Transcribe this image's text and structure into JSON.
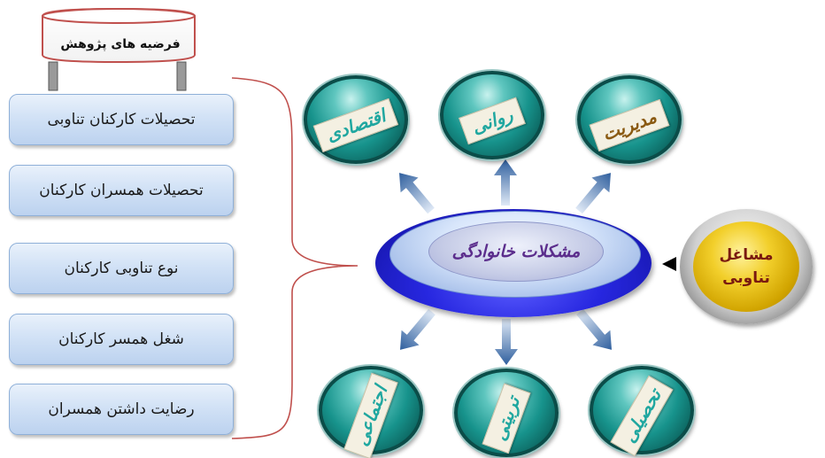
{
  "banner": {
    "title": "فرضیه های پژوهش"
  },
  "hypotheses": [
    "تحصیلات کارکنان تناوبی",
    "تحصیلات همسران کارکنان",
    "نوع تناوبی کارکنان",
    "شغل همسر کارکنان",
    "رضایت داشتن همسران"
  ],
  "center": {
    "label": "مشکلات خانوادگی"
  },
  "source": {
    "label": "مشاغل\nتناوبی"
  },
  "outcomes_top": [
    "اقتصادی",
    "روانی",
    "مدیریت"
  ],
  "outcomes_bottom": [
    "اجتماعی",
    "تربیتی",
    "تحصیلی"
  ],
  "colors": {
    "sphere": "#17938c",
    "center_disc": "#2727e0",
    "arrow": "#3d6fb0",
    "bracket": "#c0504d",
    "gold": "#f2cf2b"
  }
}
